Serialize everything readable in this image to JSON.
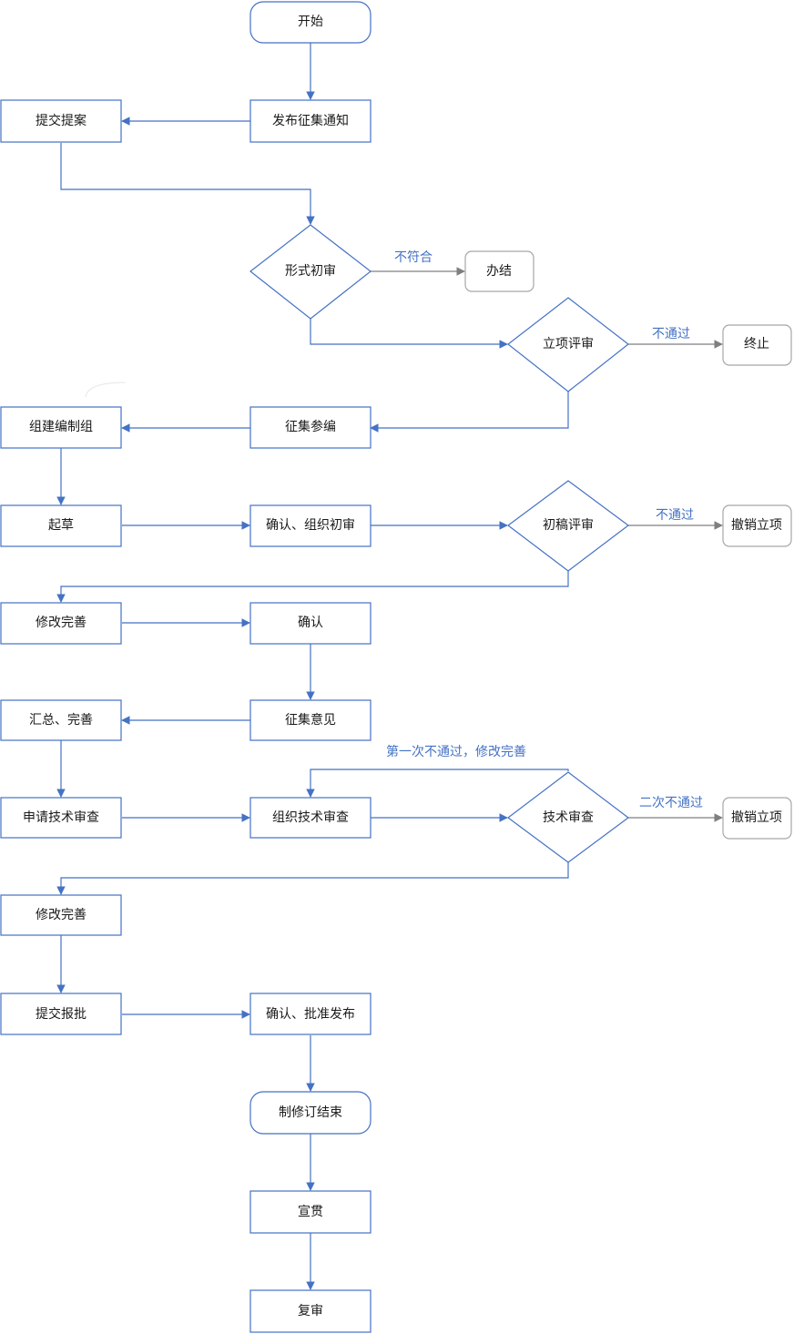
{
  "colors": {
    "node_border": "#4472c4",
    "gray_border": "#a6a6a6",
    "blue_arrow": "#4472c4",
    "gray_arrow": "#7f7f7f",
    "label": "#4472c4",
    "text": "#1a1a1a"
  },
  "nodes": {
    "start": "开始",
    "publish_notice": "发布征集通知",
    "submit_proposal": "提交提案",
    "format_review": "形式初审",
    "close_case": "办结",
    "project_review": "立项评审",
    "terminate": "终止",
    "collect_editors": "征集参编",
    "form_team": "组建编制组",
    "draft": "起草",
    "confirm_initial_review": "确认、组织初审",
    "draft_review": "初稿评审",
    "revoke_1": "撤销立项",
    "revise_1": "修改完善",
    "confirm": "确认",
    "collect_opinions": "征集意见",
    "summarize": "汇总、完善",
    "apply_tech_review": "申请技术审查",
    "organize_tech_review": "组织技术审查",
    "tech_review": "技术审查",
    "revoke_2": "撤销立项",
    "revise_2": "修改完善",
    "submit_approval": "提交报批",
    "confirm_publish": "确认、批准发布",
    "end": "制修订结束",
    "promote": "宣贯",
    "re_review": "复审"
  },
  "edge_labels": {
    "not_conform": "不符合",
    "not_pass_1": "不通过",
    "not_pass_2": "不通过",
    "first_fail": "第一次不通过，修改完善",
    "second_fail": "二次不通过"
  }
}
